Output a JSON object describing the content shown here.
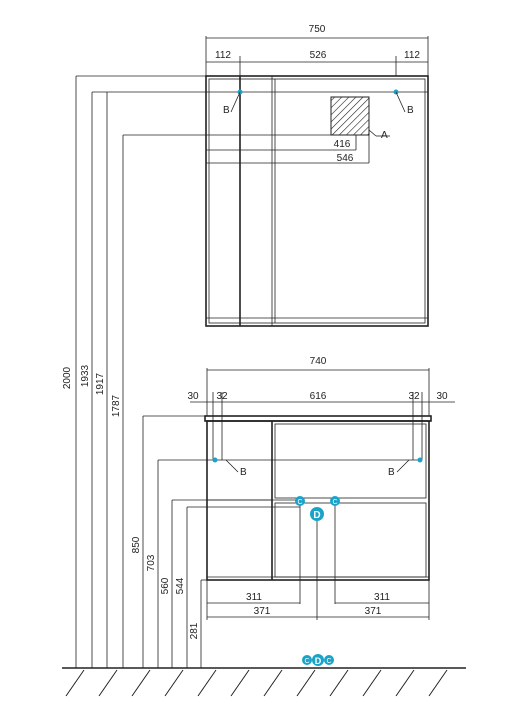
{
  "top": {
    "overall_width": "750",
    "left_offset": "112",
    "center_width": "526",
    "right_offset": "112",
    "dim_416": "416",
    "dim_546": "546",
    "label_a": "A",
    "label_b_left": "B",
    "label_b_right": "B"
  },
  "bottom": {
    "overall_width": "740",
    "left_30": "30",
    "left_32": "32",
    "center_616": "616",
    "right_32": "32",
    "right_30": "30",
    "label_b_left": "B",
    "label_b_right": "B",
    "label_c_left": "C",
    "label_d": "D",
    "label_c_right": "C",
    "dim_311_left": "311",
    "dim_371_left": "371",
    "dim_311_right": "311",
    "dim_371_right": "371"
  },
  "heights": {
    "h2000": "2000",
    "h1933": "1933",
    "h1917": "1917",
    "h1787": "1787",
    "h850": "850",
    "h703": "703",
    "h560": "560",
    "h544": "544",
    "h281": "281"
  },
  "floor_symbols": {
    "c_left": "C",
    "d": "D",
    "c_right": "C"
  },
  "colors": {
    "line": "#222222",
    "marker": "#1aa3c9"
  }
}
